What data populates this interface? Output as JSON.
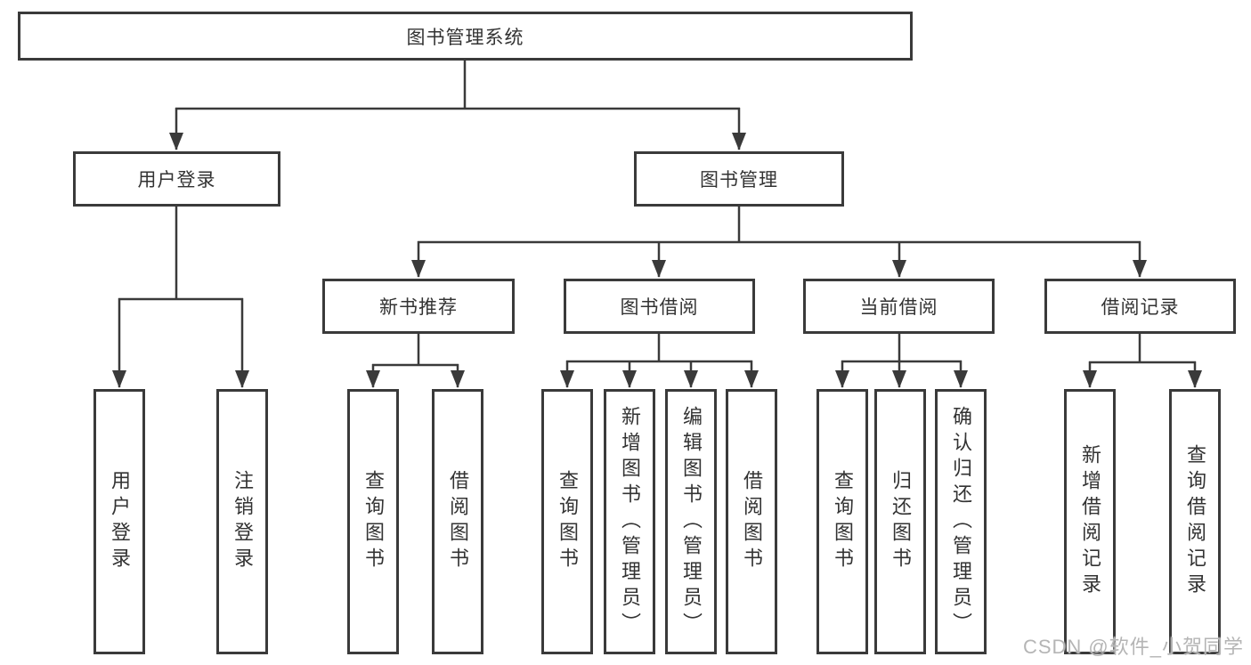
{
  "tree": {
    "label": "图书管理系统",
    "children": [
      {
        "label": "用户登录",
        "children": [
          {
            "label": "用户登录"
          },
          {
            "label": "注销登录"
          }
        ]
      },
      {
        "label": "图书管理",
        "children": [
          {
            "label": "新书推荐",
            "children": [
              {
                "label": "查询图书"
              },
              {
                "label": "借阅图书"
              }
            ]
          },
          {
            "label": "图书借阅",
            "children": [
              {
                "label": "查询图书"
              },
              {
                "label": "新增图书（管理员）"
              },
              {
                "label": "编辑图书（管理员）"
              },
              {
                "label": "借阅图书"
              }
            ]
          },
          {
            "label": "当前借阅",
            "children": [
              {
                "label": "查询图书"
              },
              {
                "label": "归还图书"
              },
              {
                "label": "确认归还（管理员）"
              }
            ]
          },
          {
            "label": "借阅记录",
            "children": [
              {
                "label": "新增借阅记录"
              },
              {
                "label": "查询借阅记录"
              }
            ]
          }
        ]
      }
    ]
  },
  "watermark": {
    "text": "CSDN @软件_小贺同学"
  },
  "colors": {
    "line": "#3a3a3a",
    "text": "#333333",
    "background": "#ffffff",
    "watermark": "#b5b5b5"
  }
}
